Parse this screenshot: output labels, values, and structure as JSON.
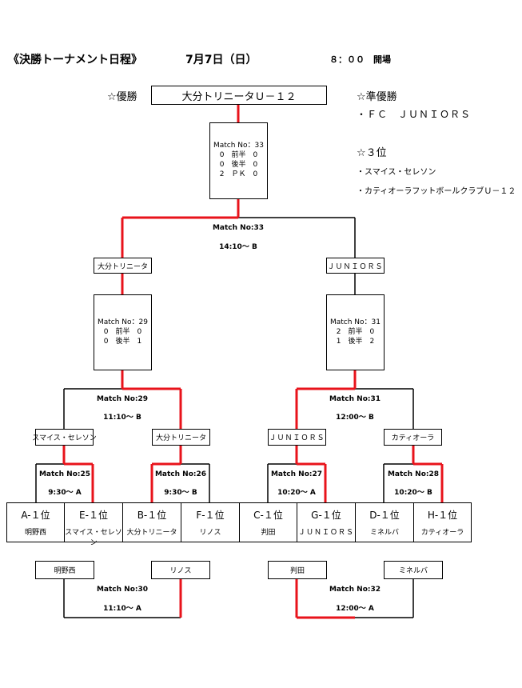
{
  "header": {
    "title": "《決勝トーナメント日程》",
    "date": "7月7日（日）",
    "time": "８：００　開場"
  },
  "champion": {
    "label": "☆優勝",
    "team": "大分トリニータＵ－１２"
  },
  "runner_up": {
    "label": "☆準優勝",
    "team": "・ＦＣ　ＪＵＮＩＯＲＳ"
  },
  "third": {
    "label": "☆３位",
    "teams": [
      "・スマイス・セレソン",
      "・カティオーラフットボールクラブＵ－１２"
    ]
  },
  "final_score": {
    "match": "Match No：33",
    "lines": [
      "0　前半　0",
      "0　後半　0",
      "2　ＰＫ　0"
    ]
  },
  "match33": {
    "title": "Match No:33",
    "time": "14:10～ B"
  },
  "semis": {
    "left_team": "大分トリニータ",
    "right_team": "ＪＵＮＩＯＲＳ",
    "m29": {
      "match": "Match No：29",
      "lines": [
        "0　前半　0",
        "0　後半　1"
      ]
    },
    "m31": {
      "match": "Match No：31",
      "lines": [
        "2　前半　0",
        "1　後半　2"
      ]
    }
  },
  "qf": {
    "m29": {
      "title": "Match No:29",
      "time": "11:10～ B"
    },
    "m31": {
      "title": "Match No:31",
      "time": "12:00～ B"
    },
    "teams": [
      "スマイス・セレソン",
      "大分トリニータ",
      "ＪＵＮＩＯＲＳ",
      "カティオーラ"
    ]
  },
  "r16": [
    {
      "title": "Match No:25",
      "time": "9:30～ A"
    },
    {
      "title": "Match No:26",
      "time": "9:30～ B"
    },
    {
      "title": "Match No:27",
      "time": "10:20～ A"
    },
    {
      "title": "Match No:28",
      "time": "10:20～ B"
    }
  ],
  "seeds": [
    {
      "pos": "A-１位",
      "team": "明野西"
    },
    {
      "pos": "E-１位",
      "team": "スマイス・セレソン"
    },
    {
      "pos": "B-１位",
      "team": "大分トリニータ"
    },
    {
      "pos": "F-１位",
      "team": "リノス"
    },
    {
      "pos": "C-１位",
      "team": "判田"
    },
    {
      "pos": "G-１位",
      "team": "ＪＵＮＩＯＲＳ"
    },
    {
      "pos": "D-１位",
      "team": "ミネルバ"
    },
    {
      "pos": "H-１位",
      "team": "カティオーラ"
    }
  ],
  "consolation": {
    "m30": {
      "teams": [
        "明野西",
        "リノス"
      ],
      "title": "Match No:30",
      "time": "11:10～ A"
    },
    "m32": {
      "teams": [
        "判田",
        "ミネルバ"
      ],
      "title": "Match No:32",
      "time": "12:00～ A"
    }
  },
  "colors": {
    "winner_line": "#e8131b",
    "line": "#000000"
  }
}
